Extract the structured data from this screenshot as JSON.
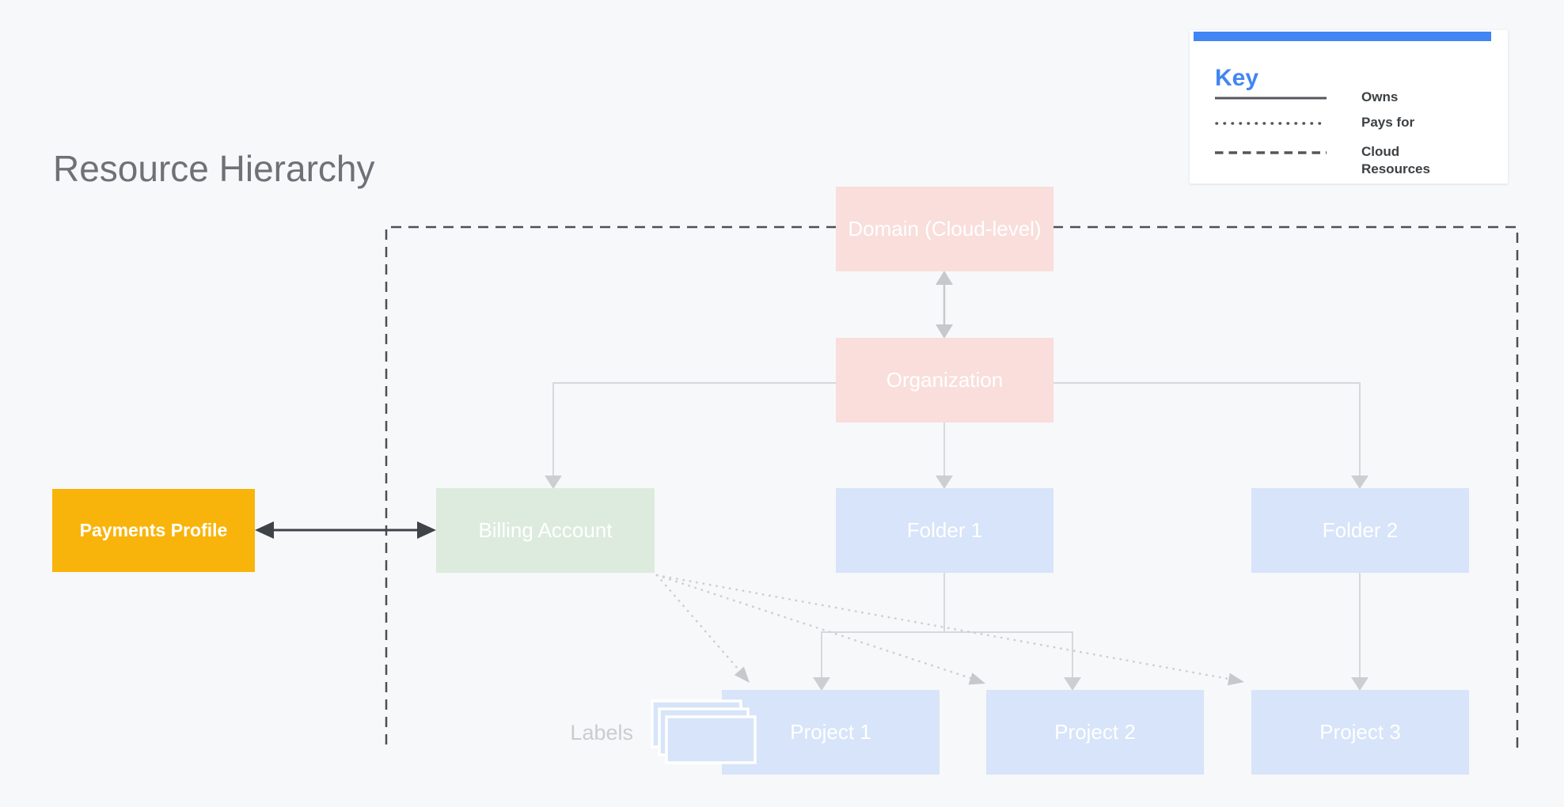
{
  "title": "Resource Hierarchy",
  "key": {
    "heading": "Key",
    "items": [
      {
        "style": "solid",
        "label": "Owns"
      },
      {
        "style": "dotted",
        "label": "Pays for"
      },
      {
        "style": "dashed",
        "label": "Cloud Resources"
      }
    ]
  },
  "nodes": {
    "domain": {
      "label": "Domain (Cloud-level)",
      "color": "#F9DEDB"
    },
    "organization": {
      "label": "Organization",
      "color": "#F9DEDB"
    },
    "payments_profile": {
      "label": "Payments Profile",
      "color": "#F9B40B"
    },
    "billing_account": {
      "label": "Billing Account",
      "color": "#DCEBDD"
    },
    "folder1": {
      "label": "Folder 1",
      "color": "#D7E4F9"
    },
    "folder2": {
      "label": "Folder 2",
      "color": "#D7E4F9"
    },
    "project1": {
      "label": "Project 1",
      "color": "#D7E4F9"
    },
    "project2": {
      "label": "Project 2",
      "color": "#D7E4F9"
    },
    "project3": {
      "label": "Project 3",
      "color": "#D7E4F9"
    }
  },
  "labels_caption": "Labels",
  "colors": {
    "background": "#F7F8FA",
    "accent_blue": "#4285F4",
    "title_gray": "#6E7276",
    "legend_text": "#3C4043",
    "owns_line": "#53565A",
    "pays_for_dotted": "#CDD0D3",
    "cloud_boundary_dashed": "#4C5054",
    "tree_connector_gray": "#D6D9DC",
    "payments_arrow_dark": "#3F4348",
    "node_text_white": "#FFFFFF"
  }
}
